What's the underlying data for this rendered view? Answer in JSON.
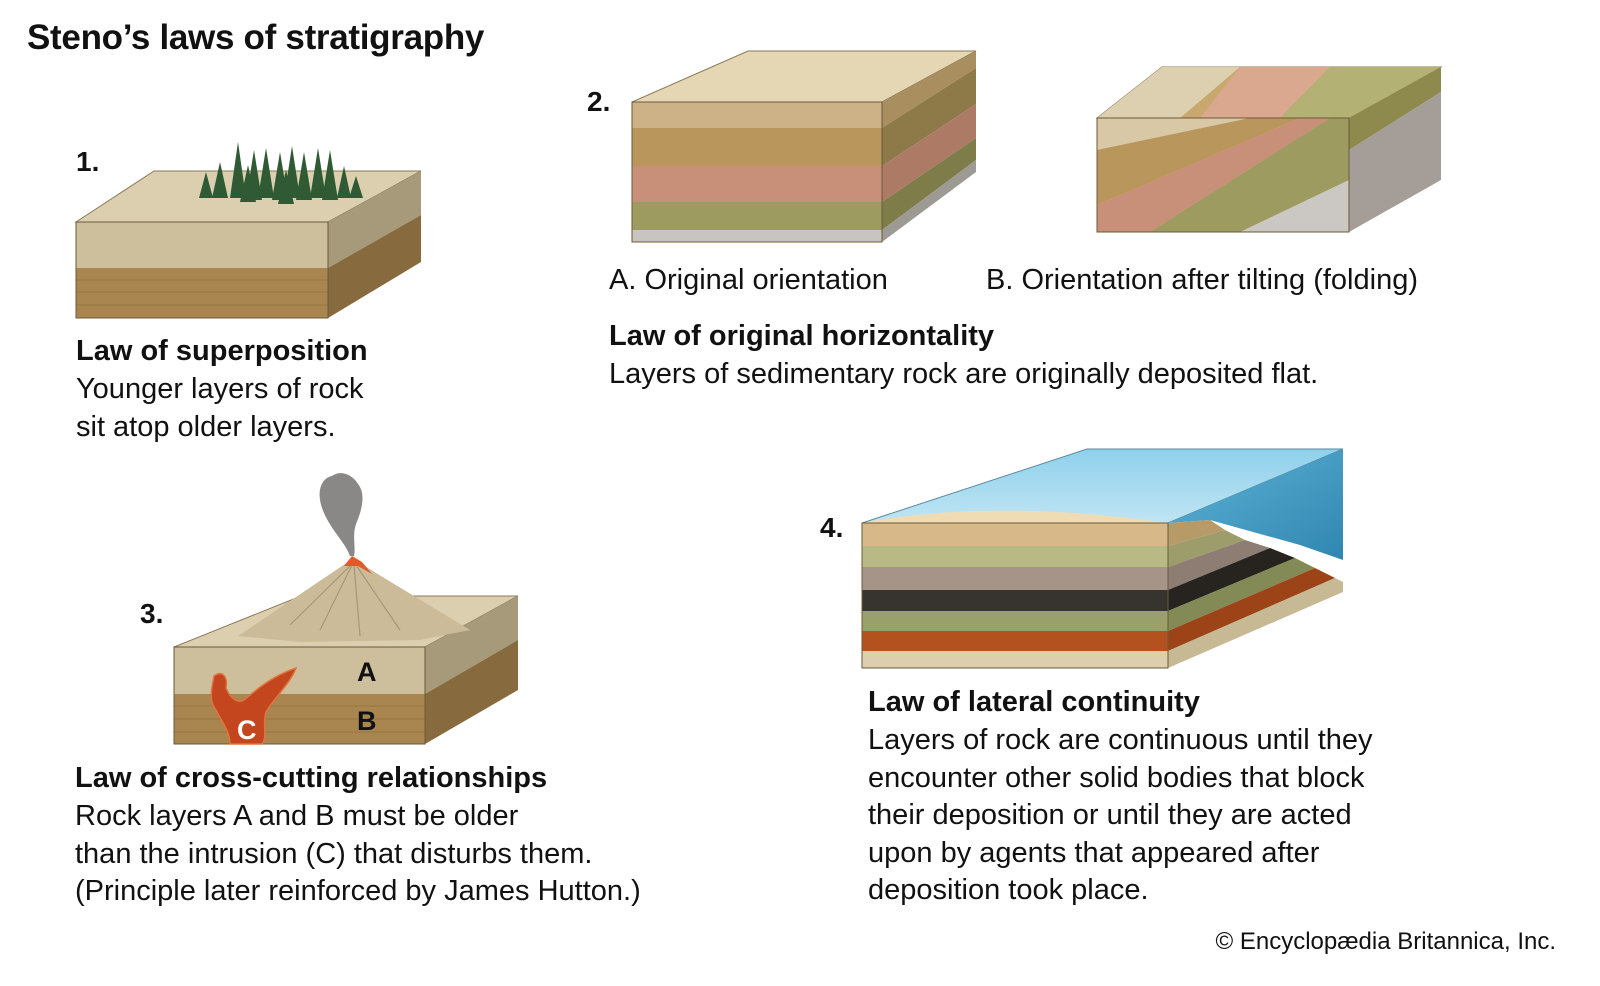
{
  "title": "Steno’s laws of stratigraphy",
  "laws": [
    {
      "number": "1.",
      "title": "Law of superposition",
      "description": [
        "Younger layers of rock",
        "sit atop older layers."
      ]
    },
    {
      "number": "2.",
      "title": "Law of original horizontality",
      "description": [
        "Layers of sedimentary rock are originally deposited flat."
      ],
      "captions": {
        "a": "A. Original orientation",
        "b": "B. Orientation after tilting (folding)"
      }
    },
    {
      "number": "3.",
      "title": "Law of cross-cutting relationships",
      "description": [
        "Rock layers A and B must be older",
        "than the intrusion (C) that disturbs them.",
        "(Principle later reinforced by James Hutton.)"
      ],
      "block_labels": {
        "a": "A",
        "b": "B",
        "c": "C"
      }
    },
    {
      "number": "4.",
      "title": "Law of lateral continuity",
      "description": [
        "Layers of rock are continuous until they",
        "encounter other solid bodies that block",
        "their deposition or until they are acted",
        "upon by agents that appeared after",
        "deposition took place."
      ]
    }
  ],
  "colors": {
    "sand": "#d9c9a5",
    "sandstone": "#a8834f",
    "pink": "#c9907c",
    "olive": "#8f8f55",
    "gray": "#c9c5c0",
    "water": "#7fc9e6",
    "black": "#2f2c28",
    "rust": "#b5501f",
    "magma": "#c4461f"
  },
  "copyright": "© Encyclopædia Britannica, Inc."
}
